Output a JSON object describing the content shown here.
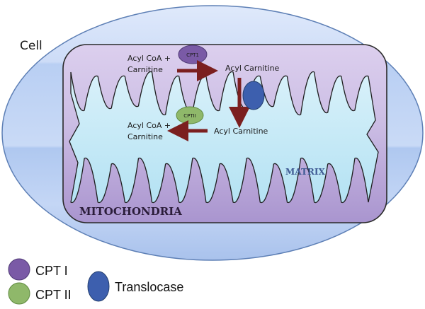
{
  "diagram": {
    "cell_label": "Cell",
    "mitochondria_label": "MITOCHONDRIA",
    "matrix_label": "MATRIX",
    "outer_reaction": {
      "reactant_line1": "Acyl CoA +",
      "reactant_line2": "Carnitine",
      "enzyme": "CPT1",
      "product": "Acyl Carnitine"
    },
    "inner_reaction": {
      "reactant_line1": "Acyl CoA +",
      "reactant_line2": "Carnitine",
      "enzyme": "CPTII",
      "product": "Acyl Carnitine"
    }
  },
  "legend": [
    {
      "label": "CPT I",
      "shape": "circle-icon",
      "color": "#7a5aa6"
    },
    {
      "label": "CPT II",
      "shape": "circle-icon",
      "color": "#8fb86a"
    },
    {
      "label": "Translocase",
      "shape": "oval-icon",
      "color": "#3d5fae"
    }
  ],
  "colors": {
    "cell_light": "#c5d7f5",
    "cell_band": "#a9c4ee",
    "mito_fill": "#cdbde6",
    "matrix_fill": "#bfe6f5",
    "arrow": "#7b1f1f",
    "cpt1": "#7a5aa6",
    "cpt2": "#8fb86a",
    "translocase": "#3d5fae"
  }
}
